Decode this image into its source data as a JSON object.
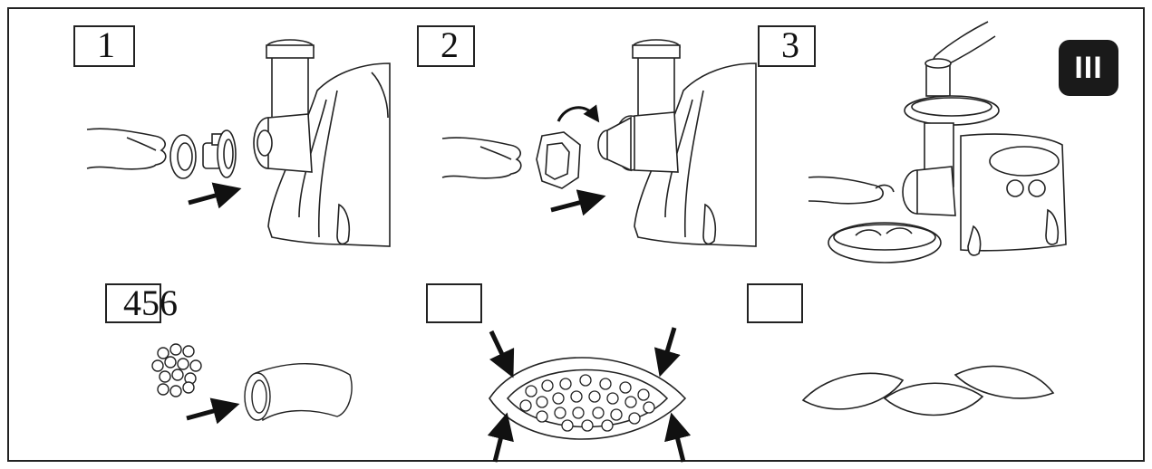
{
  "steps": [
    {
      "number": "1"
    },
    {
      "number": "2"
    },
    {
      "number": "3"
    },
    {
      "number": "456"
    },
    {
      "number": ""
    },
    {
      "number": ""
    }
  ],
  "section_badge": "III",
  "colors": {
    "line": "#222222",
    "badge_bg": "#1a1a1a",
    "badge_text": "#ffffff"
  },
  "icons": [
    "hand-icon",
    "arrow-icon",
    "rotate-arrow-icon",
    "meat-grinder-icon",
    "kibbe-shell-icon",
    "oval-patty-icon",
    "stuffing-balls-icon"
  ]
}
